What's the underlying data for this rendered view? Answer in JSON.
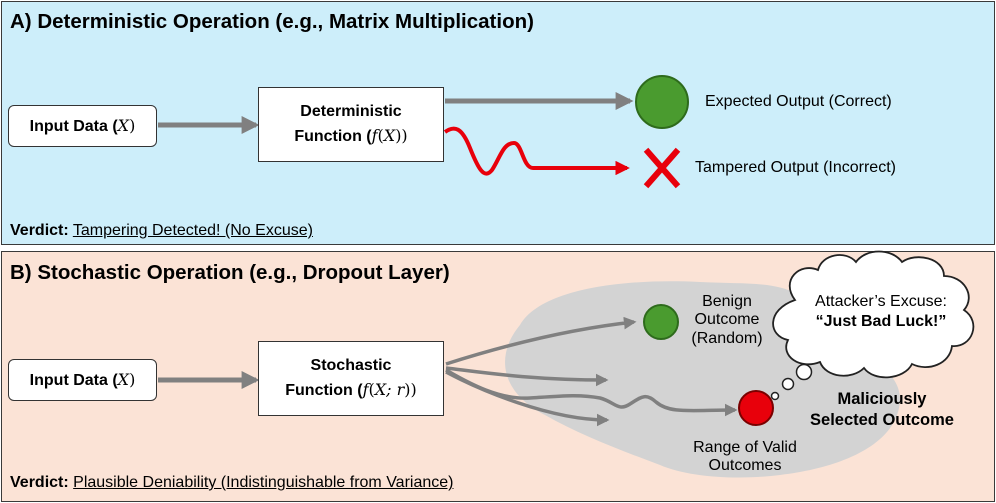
{
  "panel_a": {
    "title": "A) Deterministic Operation (e.g., Matrix Multiplication)",
    "input_label": "Input Data (",
    "input_var": "X",
    "function_line1": "Deterministic",
    "function_line2": "Function (",
    "function_f": "f",
    "function_arg": "X",
    "expected_output": "Expected Output (Correct)",
    "tampered_output": "Tampered Output (Incorrect)",
    "verdict_label": "Verdict:",
    "verdict_text": "Tampering Detected! (No Excuse)"
  },
  "panel_b": {
    "title": "B) Stochastic Operation (e.g., Dropout Layer)",
    "input_label": "Input Data (",
    "input_var": "X",
    "function_line1": "Stochastic",
    "function_line2": "Function (",
    "function_f": "f",
    "function_arg": "X; r",
    "benign_line1": "Benign",
    "benign_line2": "Outcome",
    "benign_line3": "(Random)",
    "excuse_line1": "Attacker’s Excuse:",
    "excuse_line2": "“Just Bad Luck!”",
    "malicious_line1": "Maliciously",
    "malicious_line2": "Selected Outcome",
    "range_line1": "Range of Valid",
    "range_line2": "Outcomes",
    "verdict_label": "Verdict:",
    "verdict_text": "Plausible Deniability (Indistinguishable from Variance)"
  },
  "colors": {
    "panel_a_bg": "#cdeefa",
    "panel_b_bg": "#fbe3d6",
    "arrow_gray": "#808080",
    "correct_green": "#4a9b2f",
    "tamper_red": "#e8000b",
    "range_gray": "#d3d3d3"
  }
}
